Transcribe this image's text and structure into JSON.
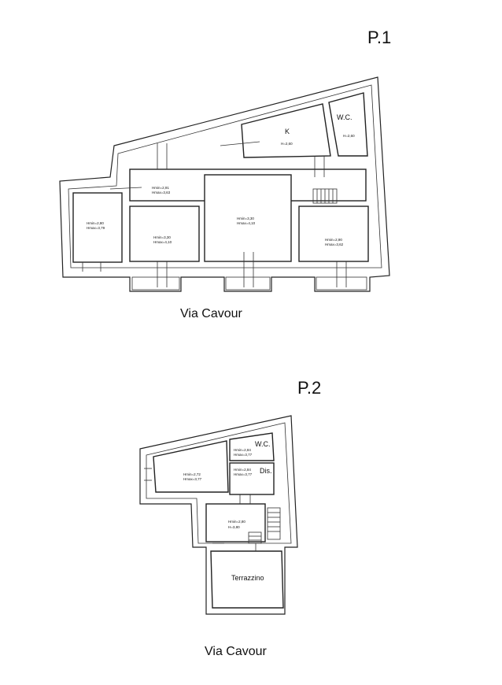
{
  "floor1": {
    "title": "P.1",
    "street": "Via Cavour",
    "rooms": {
      "kitchen": {
        "label": "K",
        "height": "H=2,60"
      },
      "wc": {
        "label": "W.C.",
        "height": "H=2,60"
      },
      "hall": {
        "hmin": "Hmin=2,91",
        "hmax": "Hmax=3,63"
      },
      "left": {
        "hmin": "Hmin=2,80",
        "hmax": "Hmax=3,79"
      },
      "room_a": {
        "hmin": "Hmin=3,30",
        "hmax": "Hmax=4,10"
      },
      "room_b": {
        "hmin": "Hmin=3,30",
        "hmax": "Hmax=4,10"
      },
      "room_c": {
        "hmin": "Hmin=2,90",
        "hmax": "Hmax=3,62"
      }
    }
  },
  "floor2": {
    "title": "P.2",
    "street": "Via Cavour",
    "rooms": {
      "wc": {
        "label": "W.C.",
        "hmin": "Hmin=2,84",
        "hmax": "Hmax=3,77"
      },
      "dis": {
        "label": "Dis.",
        "hmin": "Hmin=2,84",
        "hmax": "Hmax=3,77"
      },
      "main": {
        "hmin": "Hmin=2,72",
        "hmax": "Hmax=3,77"
      },
      "lower": {
        "hmin": "Hmin=2,80",
        "hmax": "H=3,80"
      },
      "terrace": {
        "label": "Terrazzino"
      }
    }
  }
}
